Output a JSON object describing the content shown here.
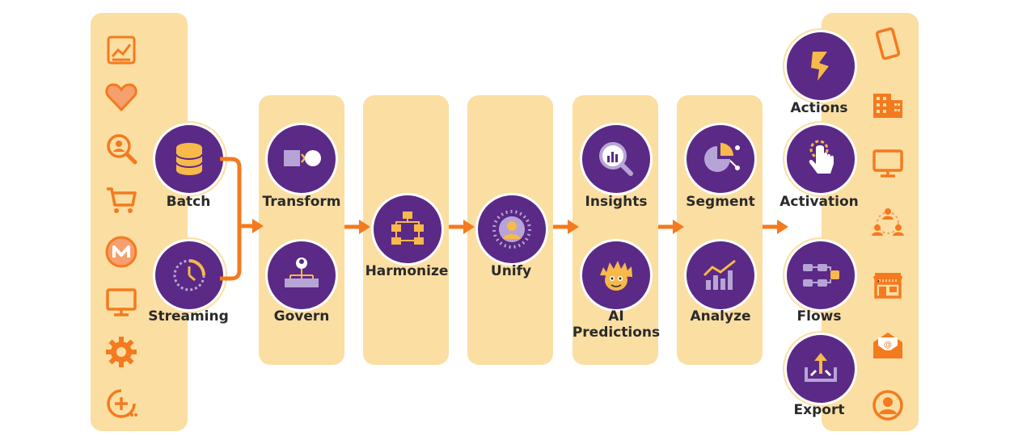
{
  "colors": {
    "panel": "#fbdea2",
    "node": "#5a2a86",
    "accent": "#f47a1f",
    "light": "#b7a4d6"
  },
  "ingest": {
    "batch_label": "Batch",
    "streaming_label": "Streaming"
  },
  "stages": {
    "transform_label": "Transform",
    "govern_label": "Govern",
    "harmonize_label": "Harmonize",
    "unify_label": "Unify",
    "insights_label": "Insights",
    "ai_predictions_label": "AI Predictions",
    "segment_label": "Segment",
    "analyze_label": "Analyze"
  },
  "outputs": {
    "actions_label": "Actions",
    "activation_label": "Activation",
    "flows_label": "Flows",
    "export_label": "Export"
  },
  "source_icons": [
    "chart-icon",
    "heart-icon",
    "search-person-icon",
    "cart-icon",
    "mulesoft-icon",
    "monitor-icon",
    "gear-icon",
    "add-more-icon"
  ],
  "destination_icons": [
    "phone-icon",
    "building-icon",
    "monitor-icon",
    "people-network-icon",
    "store-icon",
    "email-icon",
    "person-icon"
  ]
}
